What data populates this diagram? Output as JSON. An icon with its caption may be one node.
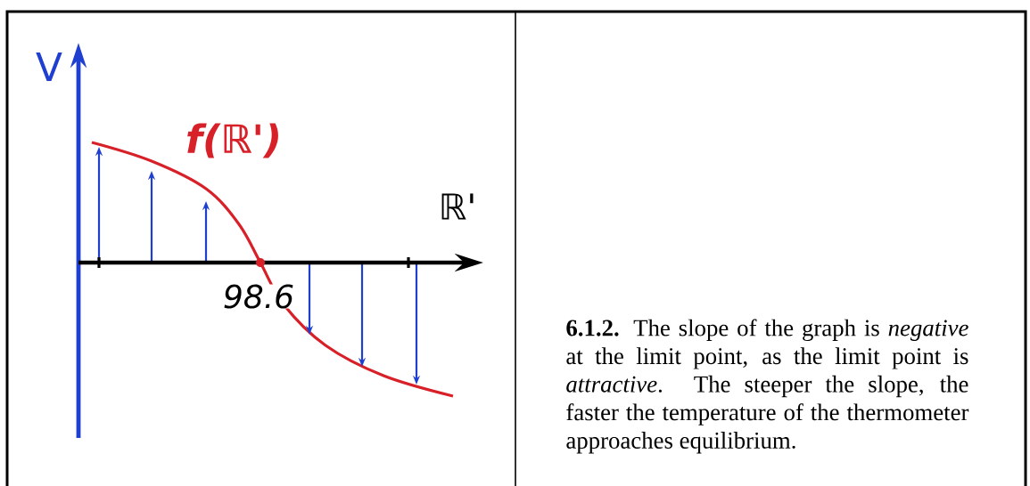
{
  "diagram": {
    "caption": "**6.1.2.** The slope of the graph is *negative* at the limit point, as the limit point is *attractive*. The steeper the slope, the faster the temperature of the thermometer approaches equilibrium.",
    "labels": [
      "V",
      "f(ℝ')",
      "ℝ'",
      "98.6"
    ]
  }
}
